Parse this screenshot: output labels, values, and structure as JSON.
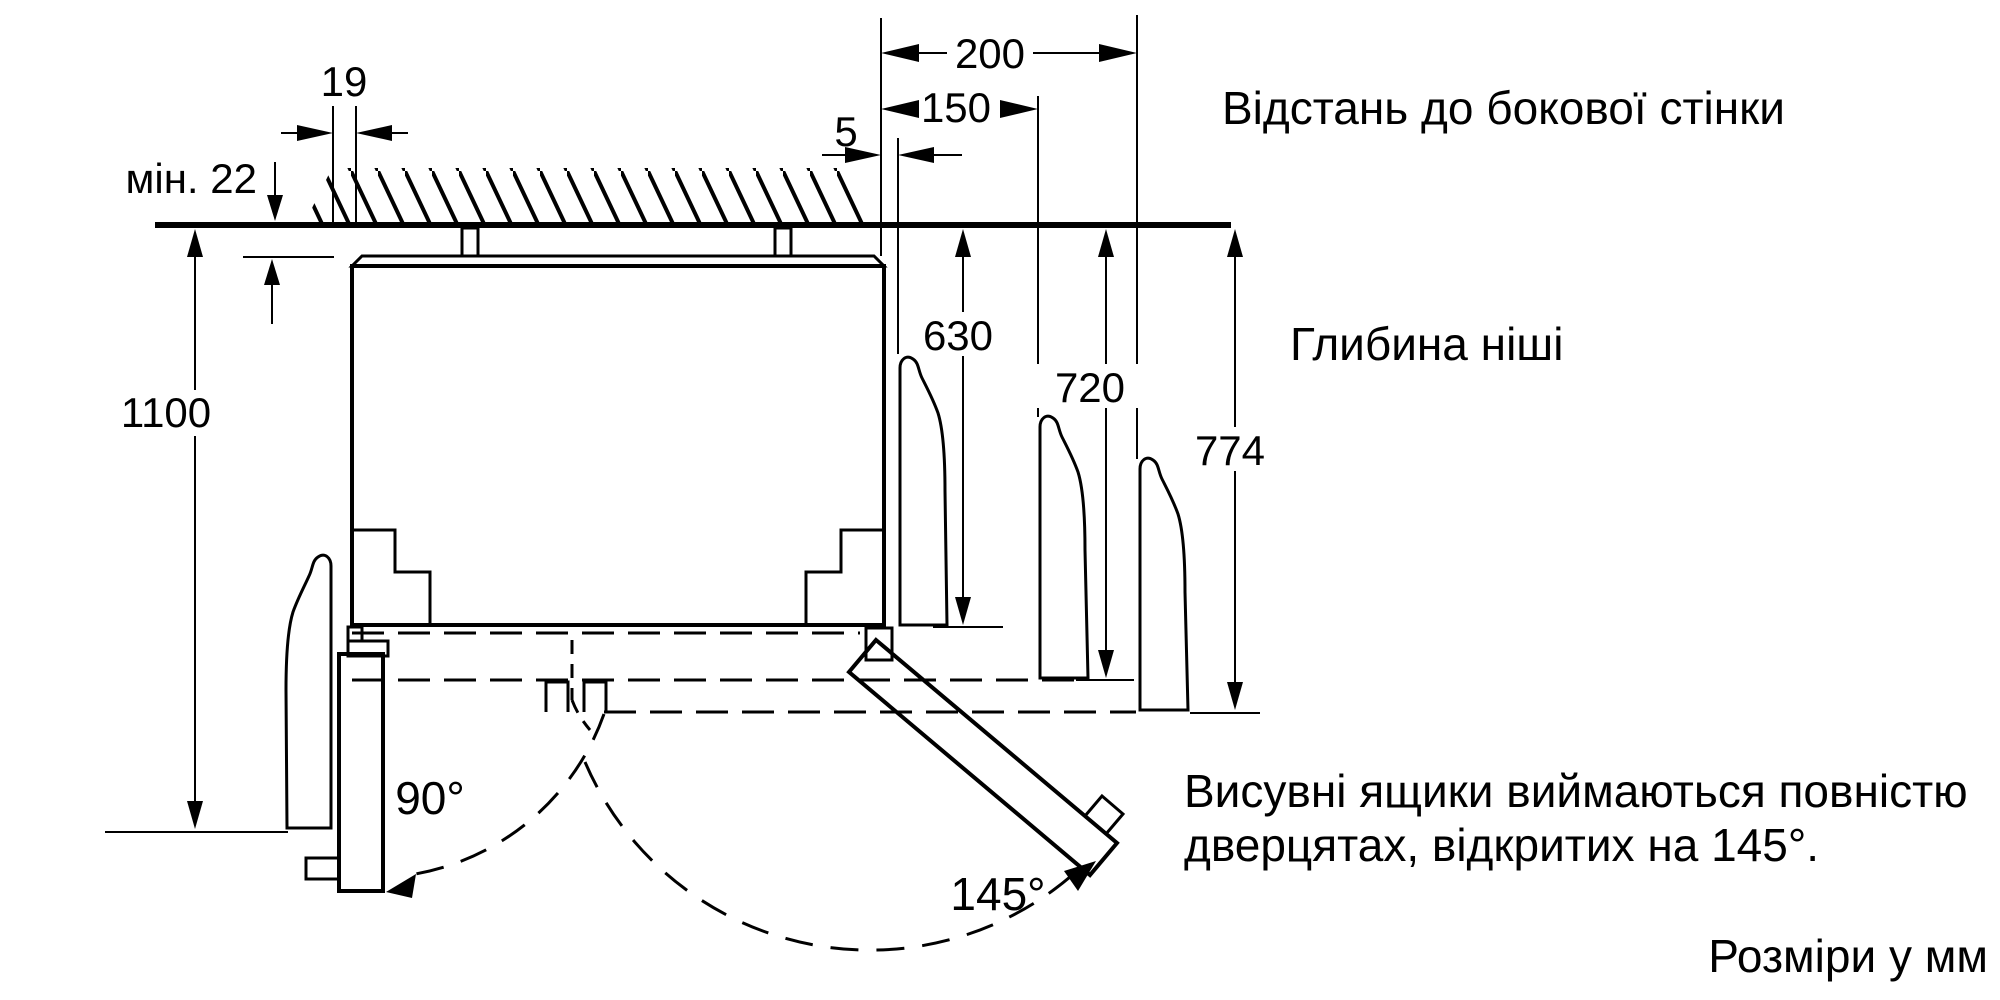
{
  "dimensions": {
    "top_gap": "мін. 22",
    "panel_19": "19",
    "gap_5": "5",
    "side_150": "150",
    "side_200": "200",
    "depth_630": "630",
    "depth_720": "720",
    "depth_774": "774",
    "front_1100": "1100",
    "angle_left": "90°",
    "angle_right": "145°"
  },
  "annotations": {
    "side_wall": "Відстань до бокової стінки",
    "niche_depth": "Глибина ніші",
    "drawers_line1": "Висувні ящики виймаються повністю",
    "drawers_line2": "дверцятах, відкритих на 145°.",
    "units": "Розміри у мм"
  },
  "colors": {
    "line": "#000000",
    "handle_fill": "#d9d9d9",
    "background": "#ffffff"
  }
}
